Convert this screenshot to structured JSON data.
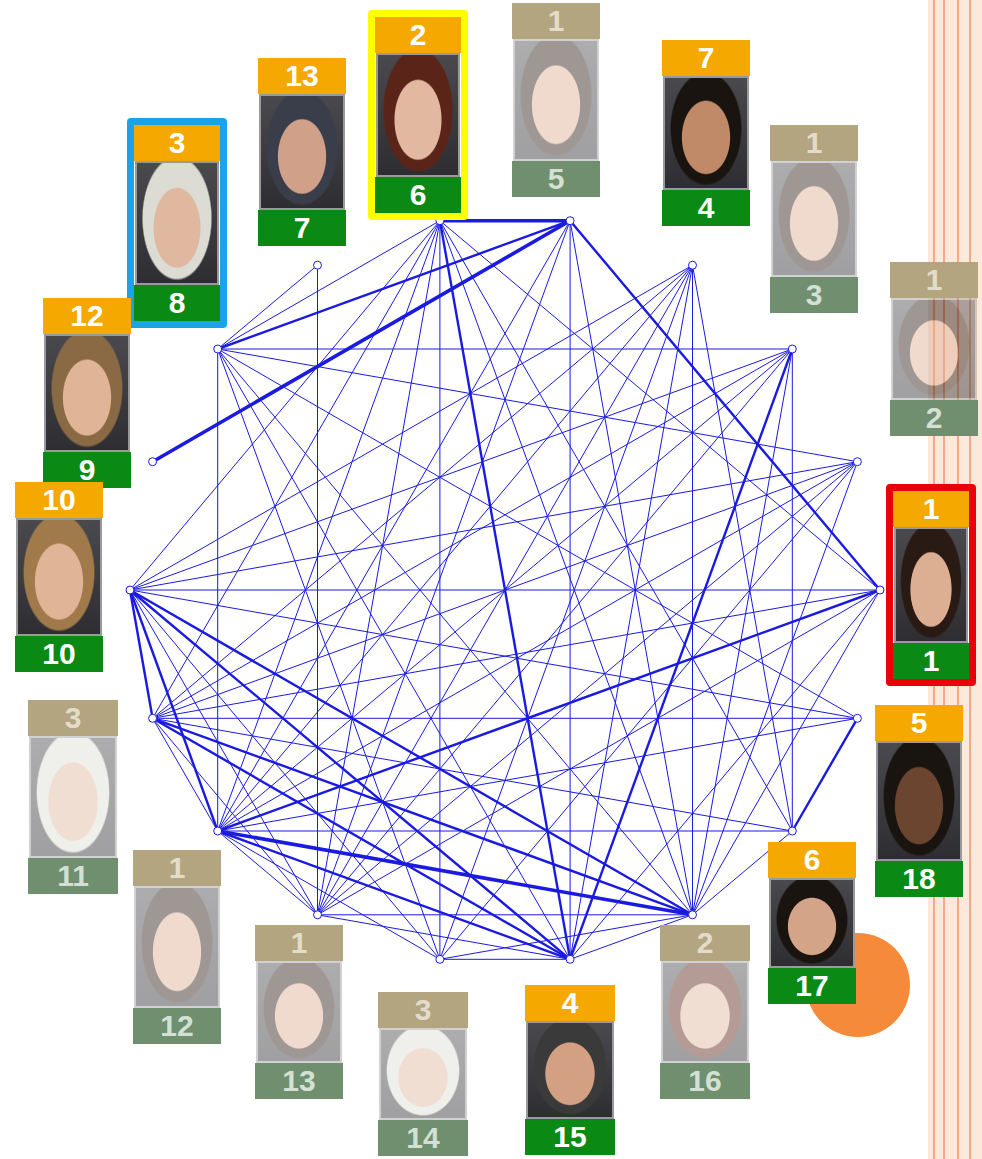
{
  "diagram": {
    "nodes": [
      {
        "text": [
          "1",
          "1"
        ]
      },
      {
        "text": [
          "1",
          "2"
        ]
      },
      {
        "text": [
          "1",
          "3"
        ]
      },
      {
        "text": [
          "7",
          "4"
        ]
      },
      {
        "text": [
          "1",
          "5"
        ]
      },
      {
        "text": [
          "2",
          "6"
        ]
      },
      {
        "text": [
          "13",
          "7"
        ]
      },
      {
        "text": [
          "3",
          "8"
        ]
      },
      {
        "text": [
          "12",
          "9"
        ]
      },
      {
        "text": [
          "10",
          "10"
        ]
      },
      {
        "text": [
          "3",
          "11"
        ]
      },
      {
        "text": [
          "1",
          "12"
        ]
      },
      {
        "text": [
          "1",
          "13"
        ]
      },
      {
        "text": [
          "3",
          "14"
        ]
      },
      {
        "text": [
          "4",
          "15"
        ]
      },
      {
        "text": [
          "2",
          "16"
        ]
      },
      {
        "text": [
          "6",
          "17"
        ]
      },
      {
        "text": [
          "5",
          "18"
        ]
      }
    ]
  }
}
